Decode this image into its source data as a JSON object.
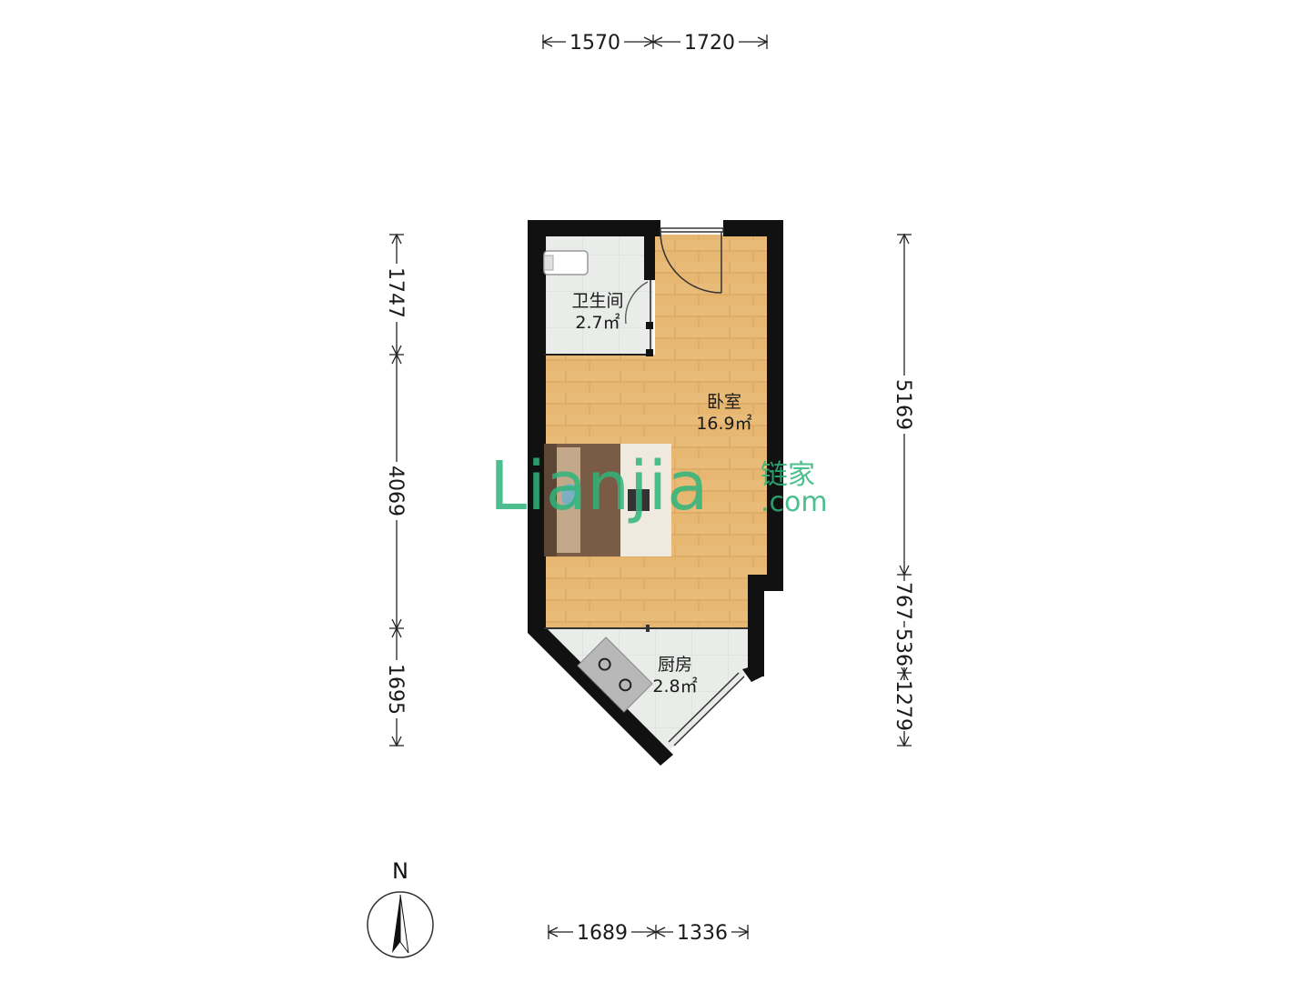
{
  "dimensions": {
    "top": [
      "1570",
      "1720"
    ],
    "bottom": [
      "1689",
      "1336"
    ],
    "left": [
      "1747",
      "4069",
      "1695"
    ],
    "right": [
      "5169",
      "767",
      "536",
      "1279"
    ]
  },
  "rooms": {
    "bathroom": {
      "name": "卫生间",
      "area": "2.7㎡"
    },
    "bedroom": {
      "name": "卧室",
      "area": "16.9㎡"
    },
    "kitchen": {
      "name": "厨房",
      "area": "2.8㎡"
    }
  },
  "compass": {
    "label": "N"
  },
  "watermark": {
    "brand": "Lianjia",
    "cn": "链家",
    "domain": ".com"
  },
  "colors": {
    "wall": "#111111",
    "wood_floor": "#e7b772",
    "tile_floor": "#e9ece8",
    "watermark": "#2fb57c",
    "bed_frame": "#7a5c46",
    "bed_sheet": "#efe9df"
  }
}
